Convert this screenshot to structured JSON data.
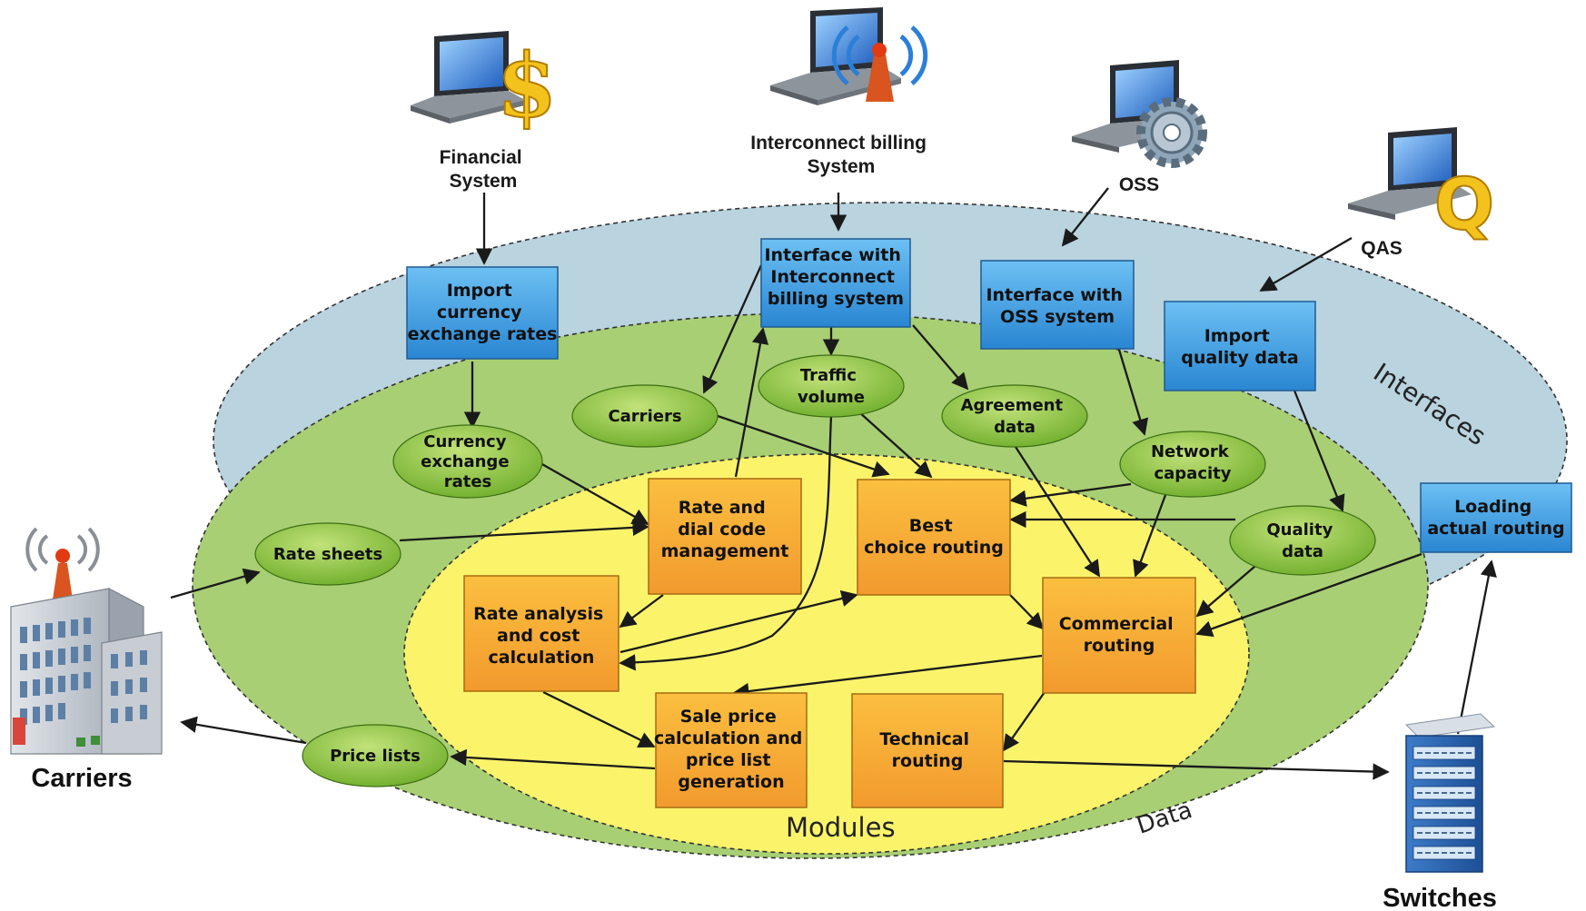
{
  "zones": {
    "interfaces": "Interfaces",
    "data": "Data",
    "modules": "Modules"
  },
  "external": {
    "financial": [
      "Financial",
      "System"
    ],
    "billing": [
      "Interconnect billing",
      "System"
    ],
    "oss": [
      "OSS"
    ],
    "qas": [
      "QAS"
    ],
    "carriers": "Carriers",
    "switches": "Switches"
  },
  "interfaces": {
    "import_currency": [
      "Import",
      "currency",
      "exchange rates"
    ],
    "billing_interface": [
      "Interface with",
      "Interconnect",
      "billing system"
    ],
    "oss_interface": [
      "Interface with",
      "OSS system"
    ],
    "import_quality": [
      "Import",
      "quality data"
    ],
    "loading_routing": [
      "Loading",
      "actual routing"
    ]
  },
  "data_items": {
    "currency": [
      "Currency",
      "exchange",
      "rates"
    ],
    "carriers": [
      "Carriers"
    ],
    "traffic": [
      "Traffic",
      "volume"
    ],
    "agreement": [
      "Agreement",
      "data"
    ],
    "network": [
      "Network",
      "capacity"
    ],
    "quality": [
      "Quality",
      "data"
    ],
    "rate_sheets": [
      "Rate sheets"
    ],
    "price_lists": [
      "Price lists"
    ]
  },
  "modules": {
    "rate_dial": [
      "Rate and",
      "dial code",
      "management"
    ],
    "best_choice": [
      "Best",
      "choice routing"
    ],
    "rate_analysis": [
      "Rate analysis",
      "and cost",
      "calculation"
    ],
    "commercial": [
      "Commercial",
      "routing"
    ],
    "sale_price": [
      "Sale price",
      "calculation and",
      "price list",
      "generation"
    ],
    "technical": [
      "Technical",
      "routing"
    ]
  },
  "colors": {
    "interfaces_zone": "#b8d3df",
    "data_zone": "#a8cf73",
    "modules_zone": "#fbf56c",
    "interface_box": "#3f9fe0",
    "data_ellipse": "#96c943",
    "module_box": "#f6a531"
  },
  "icons": {
    "financial": "laptop-dollar-icon",
    "billing": "laptop-antenna-icon",
    "oss": "laptop-gear-icon",
    "qas": "laptop-q-icon",
    "carriers": "building-antenna-icon",
    "switches": "server-rack-icon"
  }
}
